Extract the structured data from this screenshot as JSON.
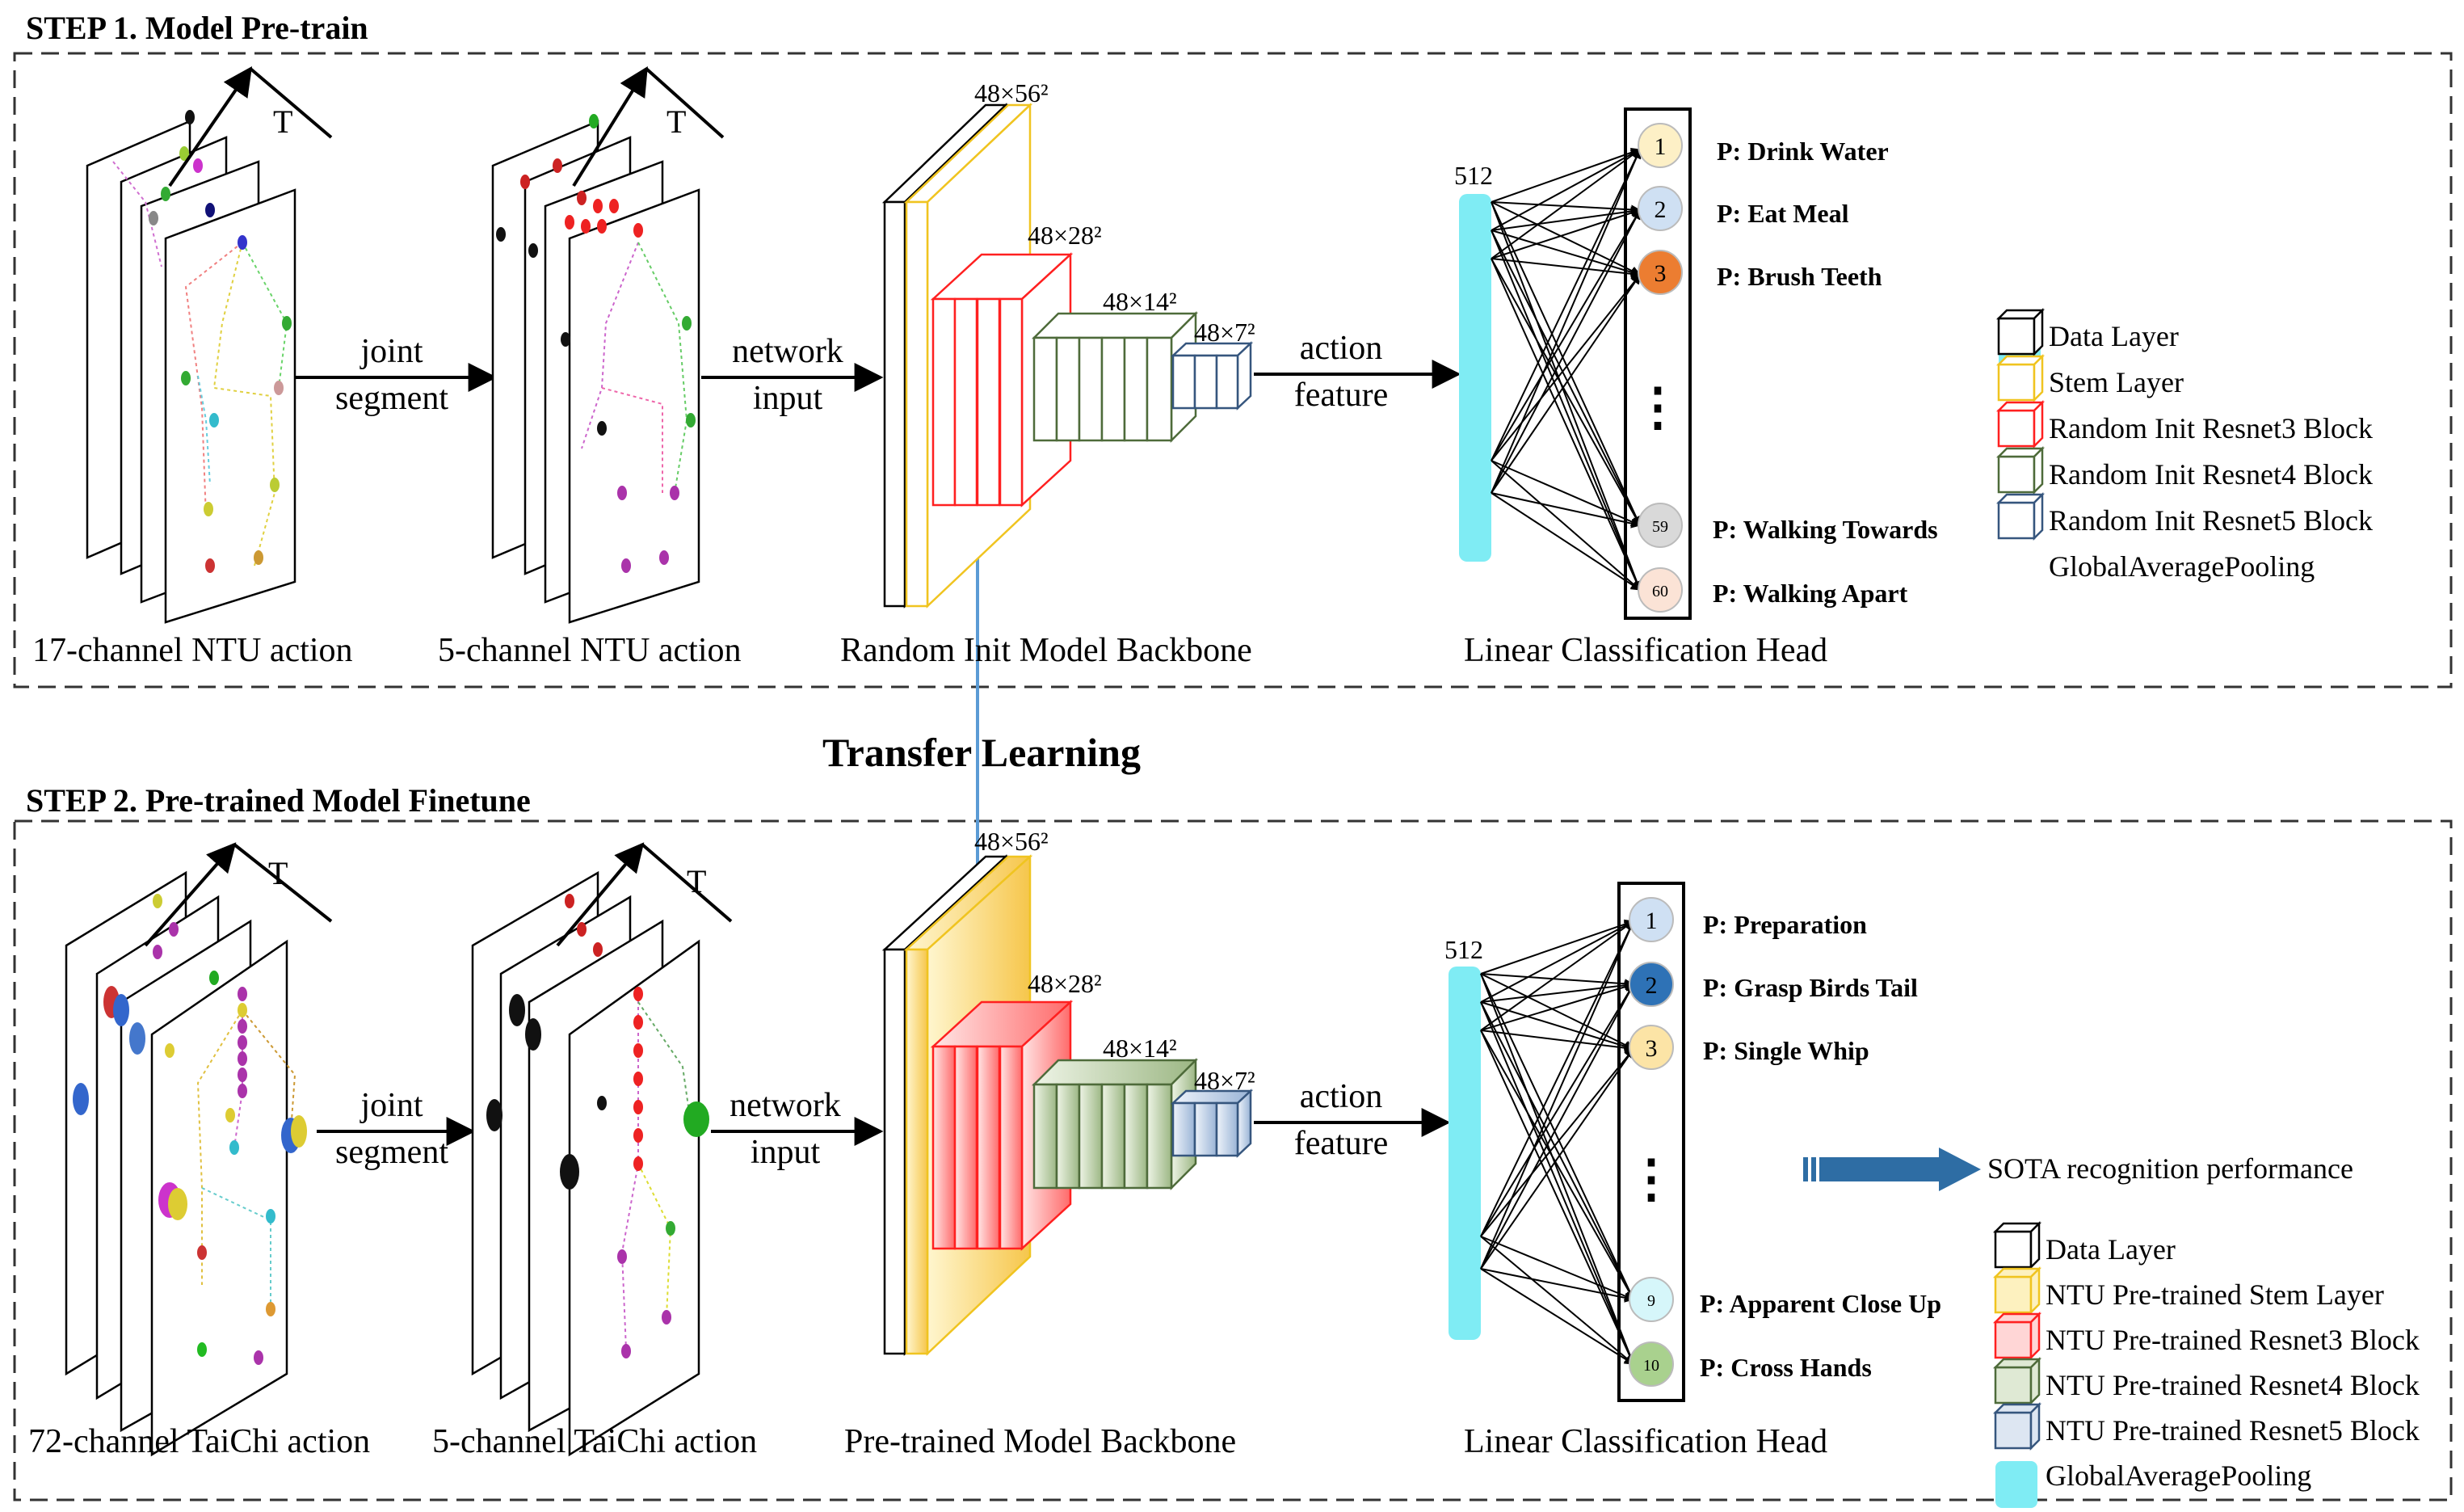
{
  "step1": {
    "title": "STEP 1. Model Pre-train",
    "input_label": "17-channel NTU action",
    "segment_label": "5-channel NTU action",
    "backbone_label": "Random Init Model Backbone",
    "head_label": "Linear Classification Head",
    "classes": [
      {
        "badge": "1",
        "label": "P: Drink Water",
        "color": "#fdf0c6"
      },
      {
        "badge": "2",
        "label": "P: Eat Meal",
        "color": "#cfe0f3"
      },
      {
        "badge": "3",
        "label": "P: Brush Teeth",
        "color": "#ec7d31"
      },
      {
        "badge": "59",
        "label": "P: Walking Towards",
        "color": "#d9d9d9"
      },
      {
        "badge": "60",
        "label": "P: Walking Apart",
        "color": "#fbe3d6"
      }
    ],
    "legend": [
      {
        "label": "Data Layer",
        "color": "#000000"
      },
      {
        "label": "Stem Layer",
        "color": "#f0c420"
      },
      {
        "label": "Random Init Resnet3 Block",
        "color": "#ff2020"
      },
      {
        "label": "Random Init Resnet4 Block",
        "color": "#4e6b3a"
      },
      {
        "label": "Random Init Resnet5 Block",
        "color": "#36567e"
      },
      {
        "label": "GlobalAveragePooling",
        "color": "#7fecf4"
      }
    ]
  },
  "step2": {
    "title": "STEP 2. Pre-trained Model Finetune",
    "input_label": "72-channel TaiChi action",
    "segment_label": "5-channel TaiChi action",
    "backbone_label": "Pre-trained Model Backbone",
    "head_label": "Linear Classification Head",
    "classes": [
      {
        "badge": "1",
        "label": "P: Preparation",
        "color": "#cfe0f3"
      },
      {
        "badge": "2",
        "label": "P: Grasp Birds Tail",
        "color": "#2e72b6"
      },
      {
        "badge": "3",
        "label": "P: Single Whip",
        "color": "#fce4a6"
      },
      {
        "badge": "9",
        "label": "P: Apparent Close Up",
        "color": "#d6f6fa"
      },
      {
        "badge": "10",
        "label": "P: Cross Hands",
        "color": "#a9d18e"
      }
    ],
    "legend": [
      {
        "label": "Data Layer",
        "color": "#000000"
      },
      {
        "label": "NTU Pre-trained Stem Layer",
        "color": "#f0c420"
      },
      {
        "label": "NTU Pre-trained Resnet3 Block",
        "color": "#ff2020"
      },
      {
        "label": "NTU Pre-trained Resnet4 Block",
        "color": "#4e6b3a"
      },
      {
        "label": "NTU Pre-trained Resnet5 Block",
        "color": "#36567e"
      },
      {
        "label": "GlobalAveragePooling",
        "color": "#7fecf4"
      }
    ],
    "result_label": "SOTA recognition performance"
  },
  "transfer_label": "Transfer Learning",
  "time_axis_label": "T",
  "joint_segment": [
    "joint",
    "segment"
  ],
  "network_input": [
    "network",
    "input"
  ],
  "action_feature": [
    "action",
    "feature"
  ],
  "dims": {
    "stem": "48×56²",
    "res3": "48×28²",
    "res4": "48×14²",
    "res5": "48×7²",
    "feature": "512"
  },
  "ellipsis": "⋮"
}
